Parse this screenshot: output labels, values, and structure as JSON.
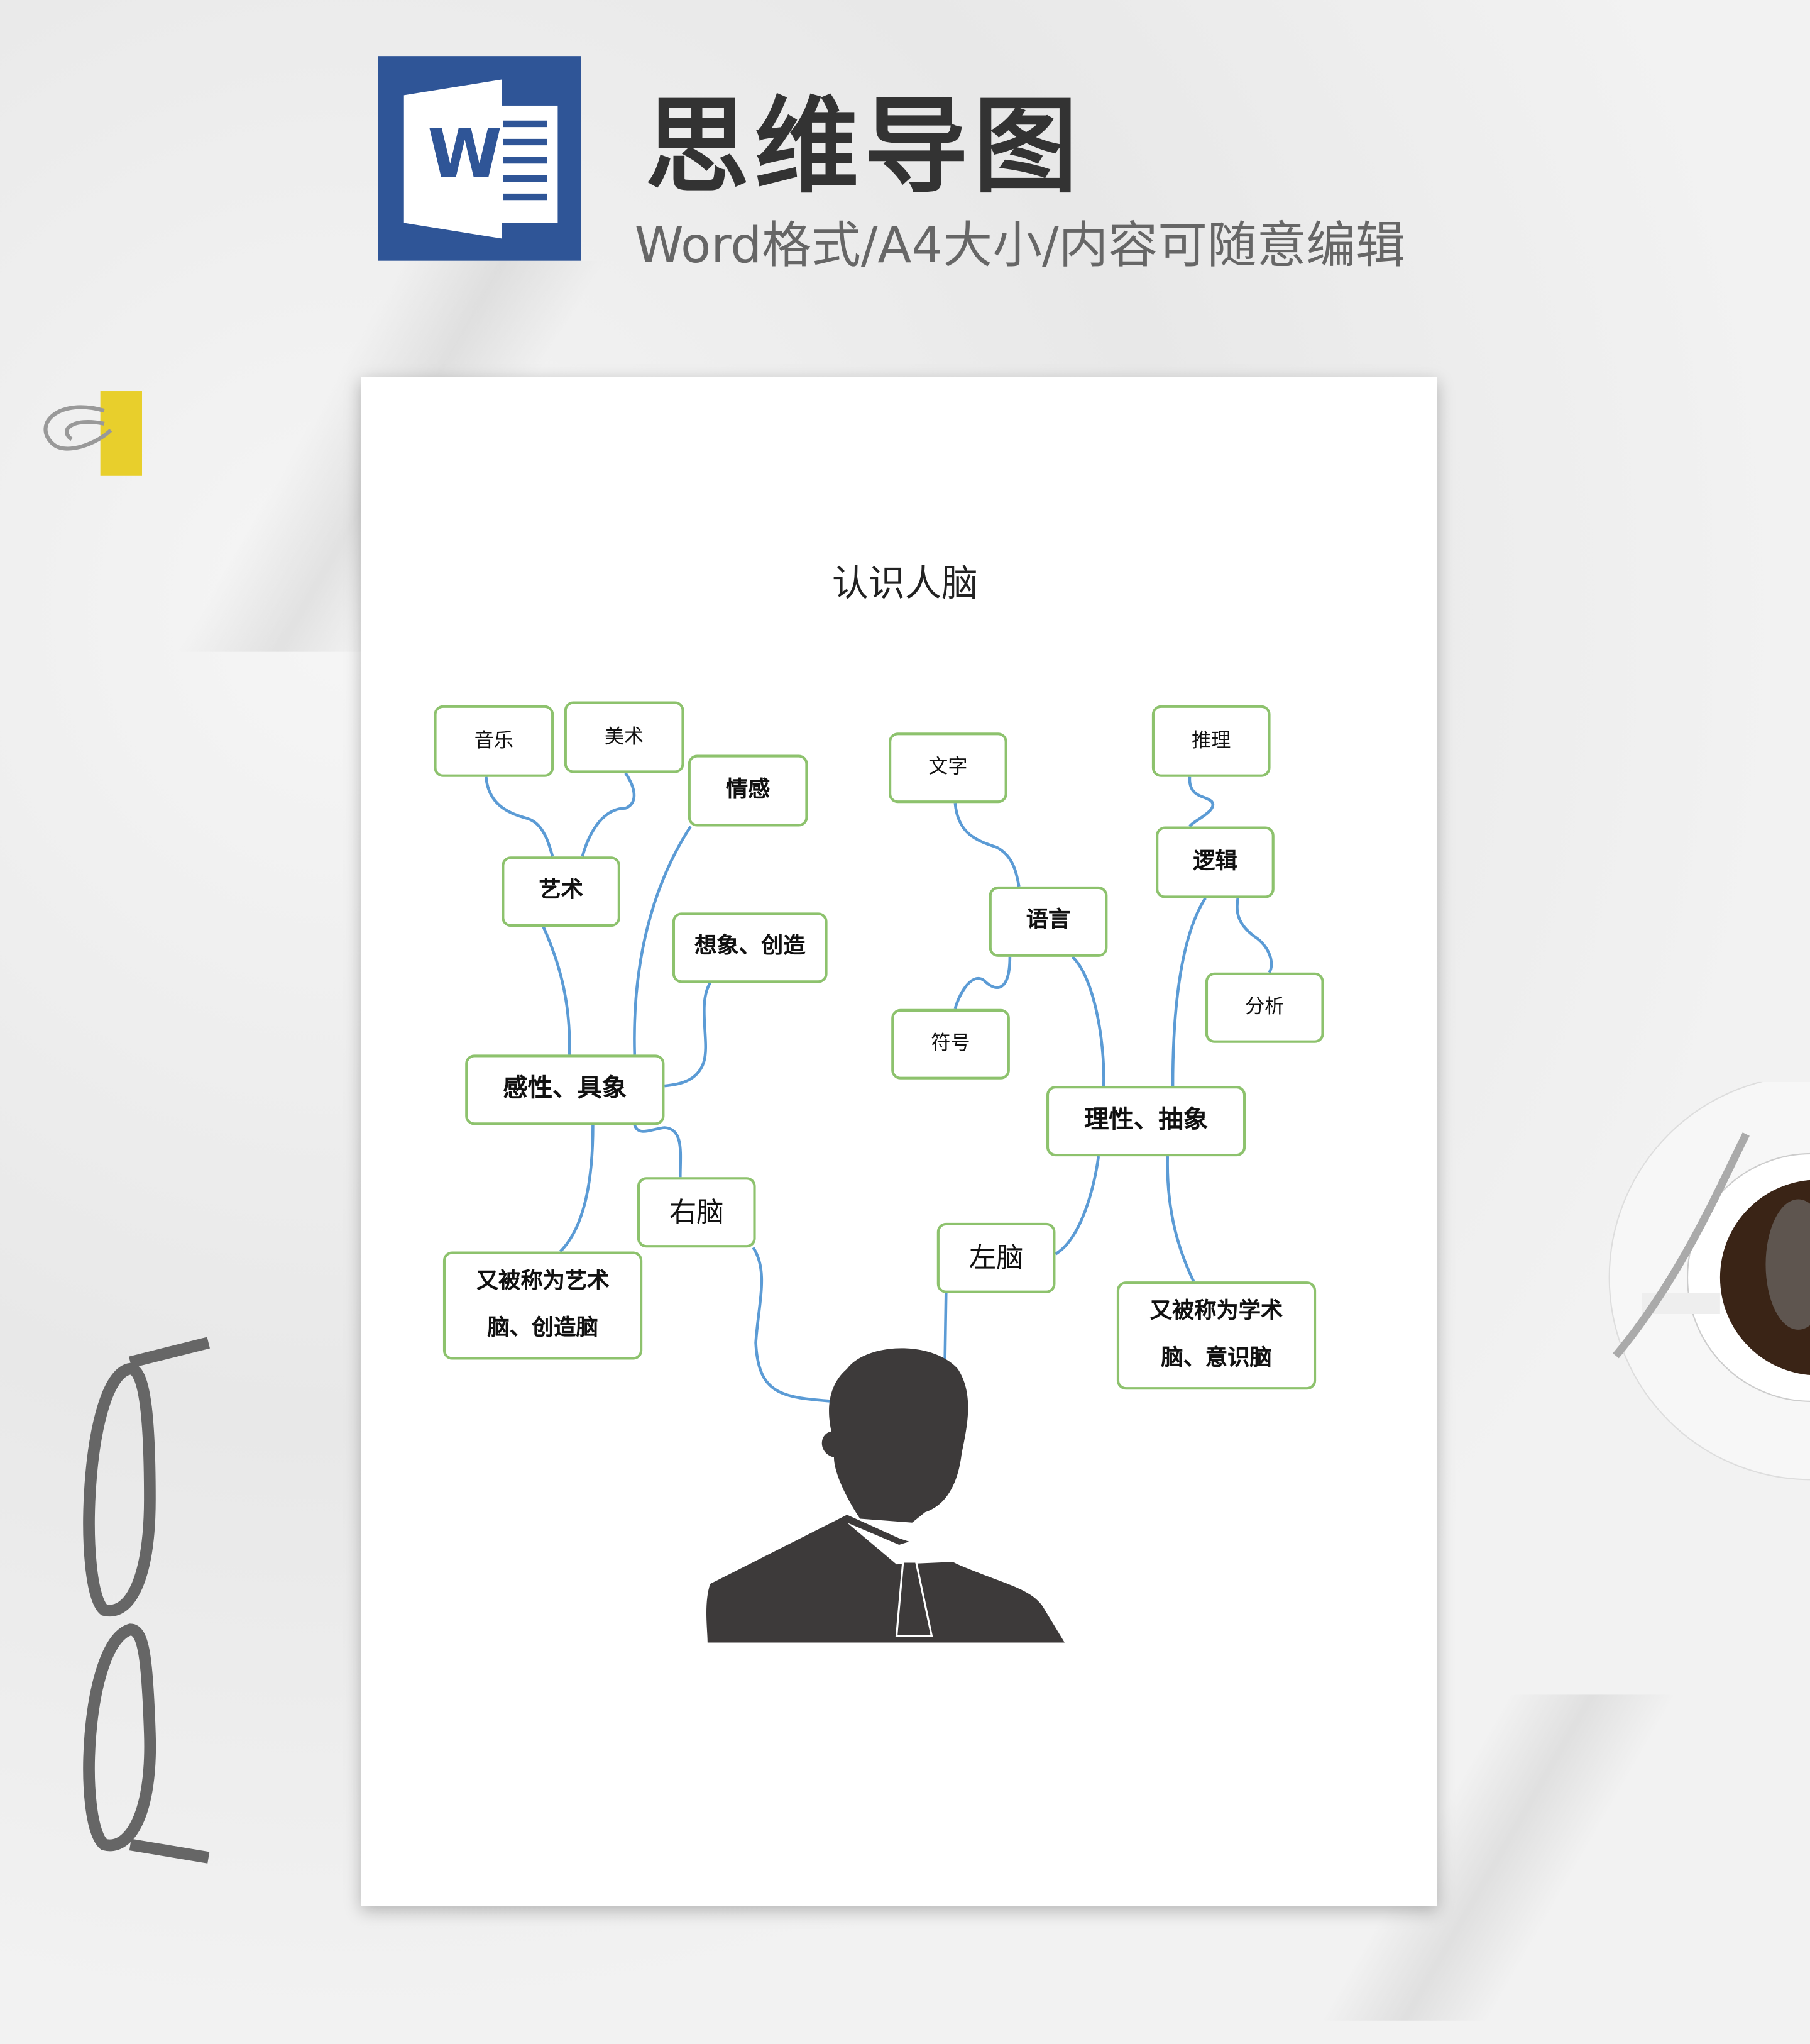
{
  "header": {
    "title": "思维导图",
    "subtitle": "Word格式/A4大小/内容可随意编辑",
    "logo_letter": "W"
  },
  "document": {
    "title": "认识人脑"
  },
  "nodes": [
    {
      "label": "音乐"
    },
    {
      "label": "美术"
    },
    {
      "label": "情感"
    },
    {
      "label": "艺术"
    },
    {
      "label": "想象、创造"
    },
    {
      "label": "感性、具象"
    },
    {
      "label": "右脑"
    },
    {
      "label": "又被称为艺术脑、创造脑"
    },
    {
      "label": "文字"
    },
    {
      "label": "语言"
    },
    {
      "label": "符号"
    },
    {
      "label": "推理"
    },
    {
      "label": "逻辑"
    },
    {
      "label": "分析"
    },
    {
      "label": "理性、抽象"
    },
    {
      "label": "左脑"
    },
    {
      "label": "又被称为学术脑、意识脑"
    }
  ],
  "colors": {
    "node_border": "#8dc26d",
    "connector": "#5b9bd5",
    "word_blue": "#2f5597",
    "silhouette": "#3d3a3a"
  }
}
